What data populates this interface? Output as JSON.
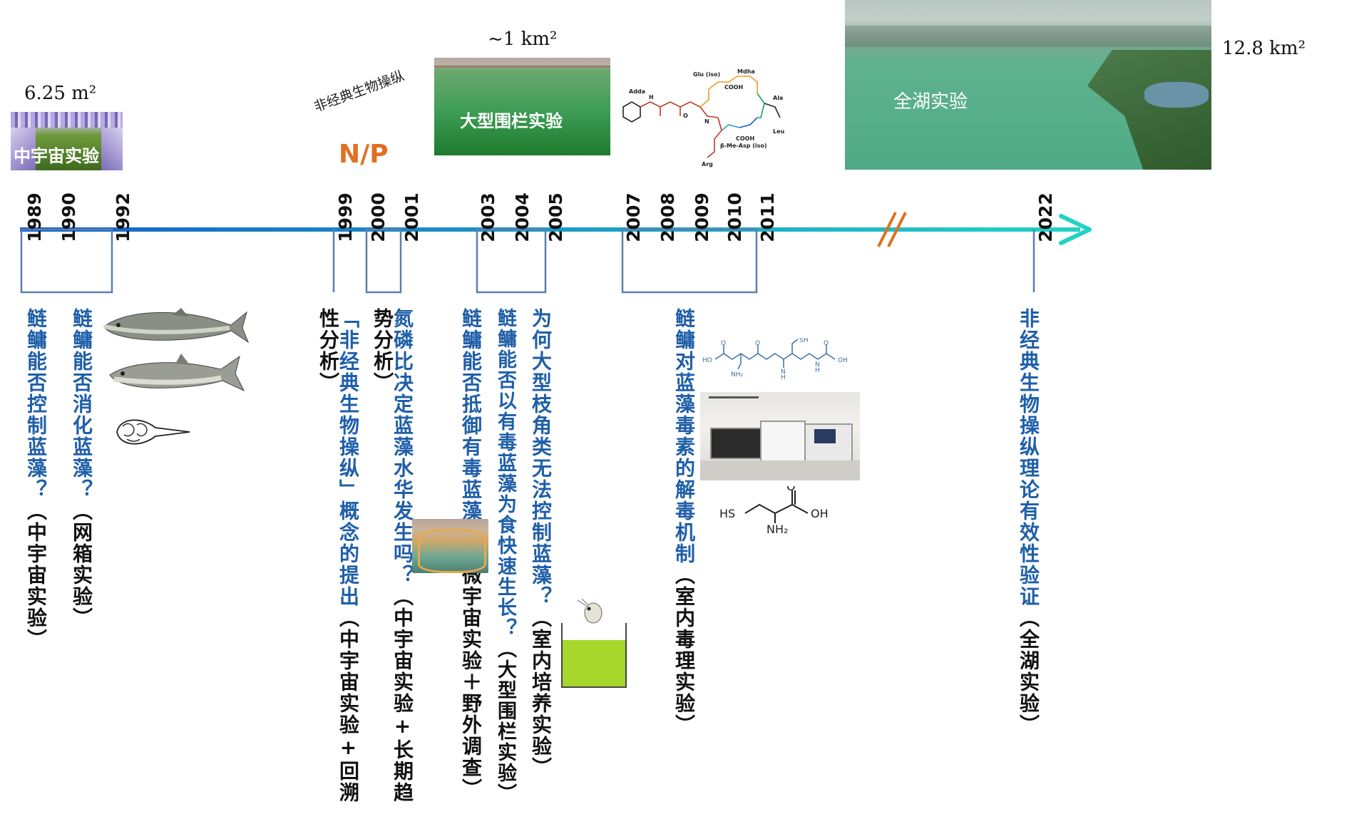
{
  "areas": {
    "mesocosm": "6.25 m²",
    "enclosure": "~1 km²",
    "whole_lake": "12.8 km²"
  },
  "captions": {
    "mesocosm": "中宇宙实验",
    "enclosure": "大型围栏实验",
    "whole_lake": "全湖实验"
  },
  "np_title": "非经典生物操纵",
  "np_label": "N/P",
  "years": [
    "1989",
    "1990",
    "1992",
    "1999",
    "2000",
    "2001",
    "2003",
    "2004",
    "2005",
    "2007",
    "2008",
    "2009",
    "2010",
    "2011",
    "2022"
  ],
  "questions": [
    {
      "q": "鲢鳙能否控制蓝藻？",
      "m": "（中宇宙实验）"
    },
    {
      "q": "鲢鳙能否消化蓝藻？",
      "m": "（网箱实验）"
    },
    {
      "q": "「非经典生物操纵」概念的提出",
      "m": "（中宇宙实验+回溯性分析）"
    },
    {
      "q": "氮磷比决定蓝藻水华发生吗？",
      "m": "（中宇宙实验+长期趋势分析）"
    },
    {
      "q": "鲢鳙能否抵御有毒蓝藻？",
      "m": "（微宇宙实验＋野外调查）"
    },
    {
      "q": "鲢鳙能否以有毒蓝藻为食快速生长？",
      "m": "（大型围栏实验）"
    },
    {
      "q": "为何大型枝角类无法控制蓝藻？",
      "m": "（室内培养实验）"
    },
    {
      "q": "鲢鳙对蓝藻毒素的解毒机制",
      "m": "（室内毒理实验）"
    },
    {
      "q": "非经典生物操纵理论有效性验证",
      "m": "（全湖实验）"
    }
  ],
  "molecule_labels": {
    "microcystin": [
      "Adda",
      "Glu (iso)",
      "Mdha",
      "Ala",
      "Leu",
      "β-Me-Asp (iso)",
      "Arg",
      "COOH",
      "H",
      "N",
      "O"
    ],
    "glutathione": [
      "SH",
      "HO",
      "OH",
      "NH₂",
      "N",
      "H",
      "O"
    ],
    "cysteine": [
      "HS",
      "OH",
      "NH₂",
      "O"
    ]
  },
  "colors": {
    "question_text": "#1f5fa8",
    "method_text": "#111111",
    "axis_start": "#1560c8",
    "axis_end": "#22d3c5",
    "np_orange": "#e07020",
    "break_mark": "#e0701e"
  }
}
